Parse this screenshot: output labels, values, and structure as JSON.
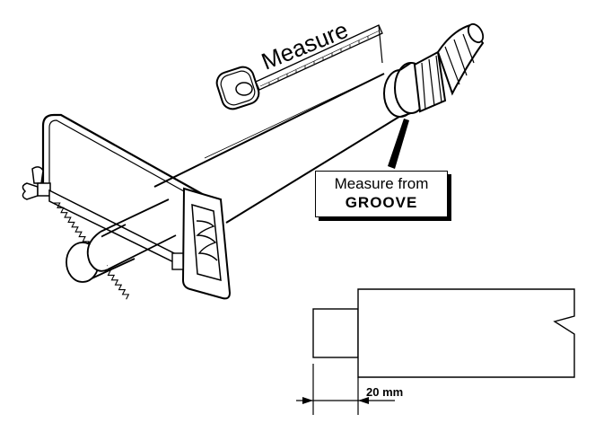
{
  "labels": {
    "measure": "Measure",
    "callout_line1": "Measure from",
    "callout_line2": "GROOVE",
    "dimension": "20 mm"
  },
  "colors": {
    "ink": "#000000",
    "background": "#ffffff"
  }
}
